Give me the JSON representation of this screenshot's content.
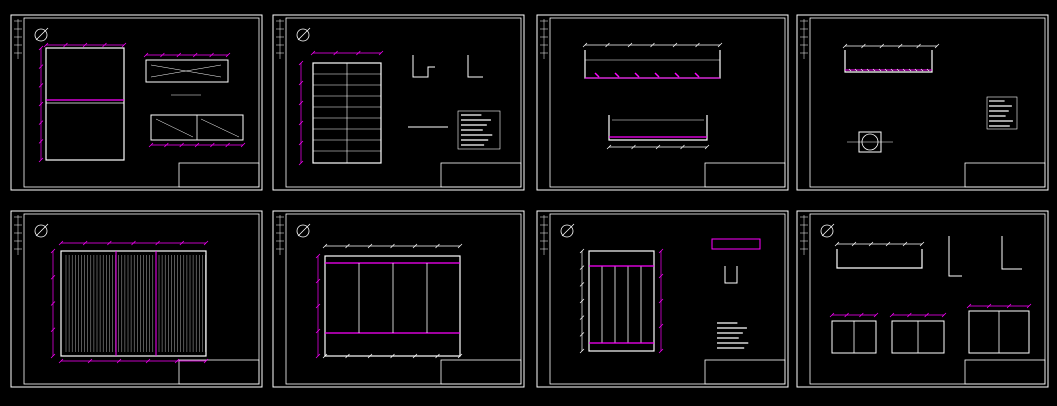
{
  "title": "",
  "colors": {
    "background": "#000000",
    "frame": "#ffffff",
    "accent": "#ff00ff",
    "line": "#ffffff",
    "muted": "#9a9a9a"
  },
  "sheets": [
    {
      "id": "sheet-1",
      "type": "plan-with-sections"
    },
    {
      "id": "sheet-2",
      "type": "grid-plan-with-details"
    },
    {
      "id": "sheet-3",
      "type": "sections"
    },
    {
      "id": "sheet-4",
      "type": "section-and-notes"
    },
    {
      "id": "sheet-5",
      "type": "hatched-plan"
    },
    {
      "id": "sheet-6",
      "type": "partitioned-plan"
    },
    {
      "id": "sheet-7",
      "type": "detail-plan-with-notes"
    },
    {
      "id": "sheet-8",
      "type": "sections-and-details"
    }
  ],
  "watermark": ""
}
